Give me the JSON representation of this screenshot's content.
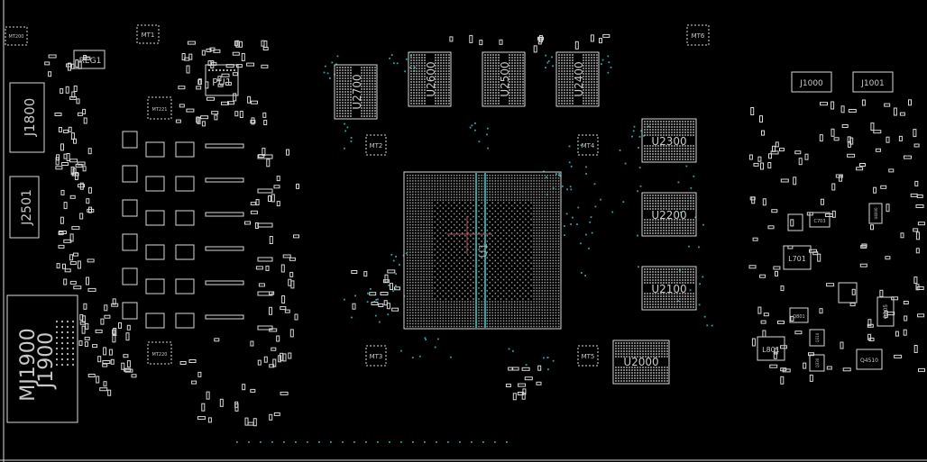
{
  "colors": {
    "background": "#000000",
    "outline": "#d8d8d8",
    "label": "#c8c8c8",
    "via": "#2aa6a6",
    "trace": "#2f9fa0",
    "crosshair": "#b05060"
  },
  "labels": {
    "reg1": "REG1",
    "mt1": "MT1",
    "mt200": "MT200",
    "mt6": "MT6",
    "pu1": "PU1",
    "mt221": "MT221",
    "j1800": "J1800",
    "j2501": "J2501",
    "j1900": "J1900",
    "mj1900": "MJ1900",
    "mt220": "MT220",
    "u2700": "U2700",
    "u2600": "U2600",
    "u2500": "U2500",
    "u2400": "U2400",
    "mt2": "MT2",
    "mt4": "MT4",
    "mt3": "MT3",
    "mt5": "MT5",
    "u1": "U1",
    "u2300": "U2300",
    "u2200": "U2200",
    "u2100": "U2100",
    "u2000": "U2000",
    "j1000": "J1000",
    "j1001": "J1001",
    "l701": "L701",
    "l801": "L801",
    "q801": "Q801",
    "q205": "Q205",
    "q4510": "Q4510",
    "c703": "C703",
    "u4000": "U4000",
    "q310": "Q310",
    "q330": "Q330"
  }
}
